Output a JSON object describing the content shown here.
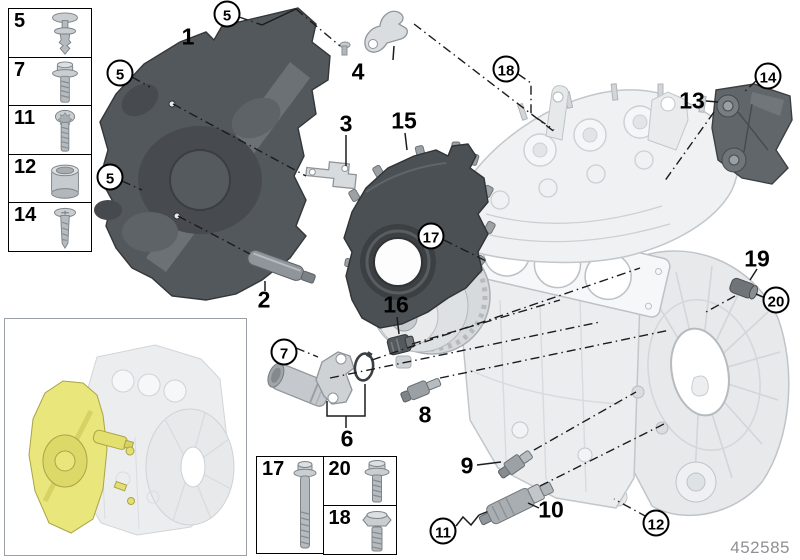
{
  "drawing_number": "452585",
  "legend_left": {
    "items": [
      {
        "label": "5",
        "icon": "push-rivet-icon"
      },
      {
        "label": "7",
        "icon": "flange-bolt-washer-icon"
      },
      {
        "label": "11",
        "icon": "torx-bolt-icon"
      },
      {
        "label": "12",
        "icon": "spacer-sleeve-icon"
      },
      {
        "label": "14",
        "icon": "countersunk-screw-icon"
      }
    ]
  },
  "legend_bottom": {
    "items": [
      {
        "label": "17",
        "icon": "long-bolt-icon"
      },
      {
        "label": "20",
        "icon": "short-bolt-icon"
      },
      {
        "label": "18",
        "icon": "hex-flange-bolt-icon"
      }
    ]
  },
  "callouts": {
    "circled": [
      {
        "label": "5"
      },
      {
        "label": "5"
      },
      {
        "label": "5"
      },
      {
        "label": "18"
      },
      {
        "label": "14"
      },
      {
        "label": "17"
      },
      {
        "label": "7"
      },
      {
        "label": "20"
      },
      {
        "label": "11"
      },
      {
        "label": "12"
      }
    ],
    "plain": [
      {
        "label": "1"
      },
      {
        "label": "2"
      },
      {
        "label": "3"
      },
      {
        "label": "4"
      },
      {
        "label": "6"
      },
      {
        "label": "8"
      },
      {
        "label": "9"
      },
      {
        "label": "10"
      },
      {
        "label": "13"
      },
      {
        "label": "15"
      },
      {
        "label": "16"
      },
      {
        "label": "19"
      }
    ]
  },
  "colors": {
    "highlight_yellow": "#e9e67c",
    "dark_cover": "#53585c",
    "engine_light": "#ebedef",
    "drawing_number_gray": "#8e9093"
  }
}
